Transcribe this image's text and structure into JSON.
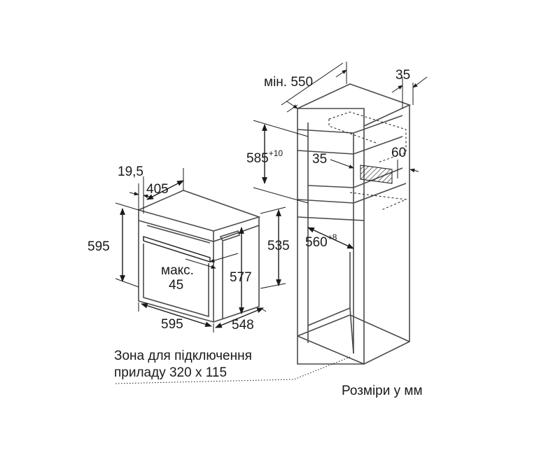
{
  "dimensions": {
    "cabinet_depth": "мін. 550",
    "cabinet_gap": "35",
    "niche_height": "585",
    "niche_height_tol": "+10",
    "vent_depth": "35",
    "vent_height": "60",
    "niche_width": "560",
    "niche_width_tol": "+8",
    "oven_offset": "19,5",
    "oven_body_depth": "405",
    "oven_height": "595",
    "handle_max": "макс.",
    "handle_max_value": "45",
    "oven_inner_height": "577",
    "oven_body_height": "535",
    "oven_width": "595",
    "oven_depth": "548"
  },
  "notes": {
    "connection_zone_line1": "Зона для підключення",
    "connection_zone_line2": "приладу 320 x 115",
    "units": "Розміри у мм"
  }
}
